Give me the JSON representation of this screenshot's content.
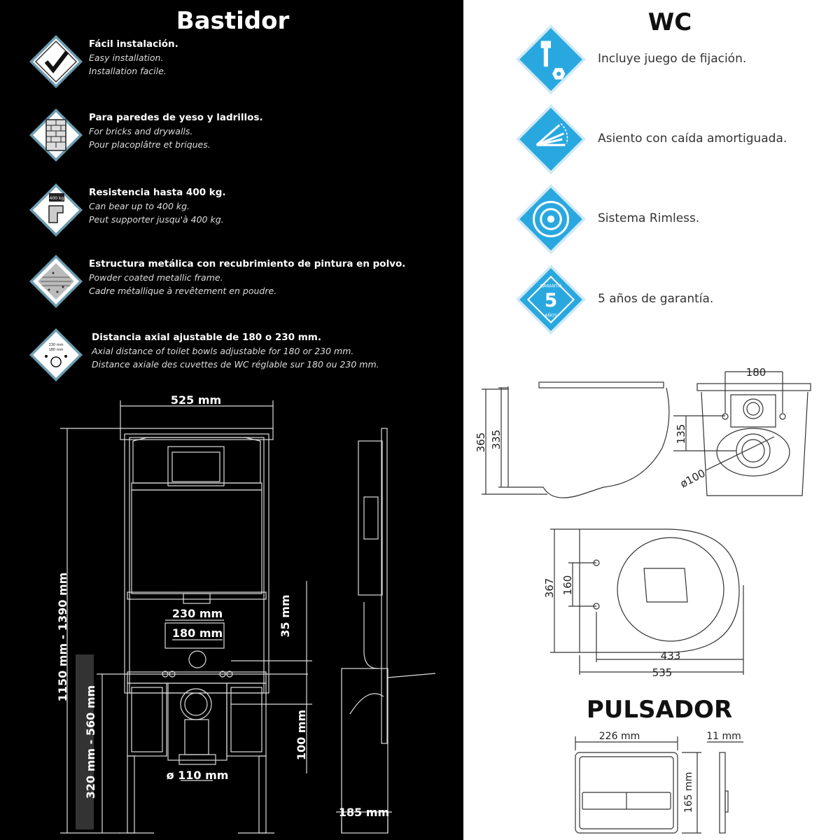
{
  "bastidor": {
    "title": "Bastidor",
    "features": [
      {
        "icon": "checkmark-icon",
        "l1": "Fácil instalación.",
        "l2": "Easy installation.",
        "l3": "Installation facile."
      },
      {
        "icon": "brick-wall-icon",
        "l1": "Para paredes de yeso y ladrillos.",
        "l2": "For bricks and drywalls.",
        "l3": "Pour placoplâtre et briques."
      },
      {
        "icon": "weight-icon",
        "icon_text": "400 kg",
        "l1": "Resistencia hasta 400 kg.",
        "l2": "Can bear up to 400 kg.",
        "l3": "Peut supporter jusqu'à 400 kg."
      },
      {
        "icon": "powder-coating-icon",
        "l1": "Estructura metálica con recubrimiento de pintura en polvo.",
        "l2": "Powder coated metallic frame.",
        "l3": "Cadre métallique à revêtement en poudre."
      },
      {
        "icon": "axial-distance-icon",
        "icon_text": [
          "230 mm",
          "180 mm"
        ],
        "l1": "Distancia axial ajustable de 180 o 230 mm.",
        "l2": "Axial distance of toilet bowls adjustable for 180 or 230 mm.",
        "l3": "Distance axiale des cuvettes de WC réglable sur 180 ou 230 mm."
      }
    ],
    "dims": {
      "width": "525 mm",
      "height": "1150 mm - 1390 mm",
      "outlet_height": "320 mm - 560 mm",
      "axial_230": "230 mm",
      "axial_180": "180 mm",
      "gap": "35 mm",
      "outlet_dia": "ø 110 mm",
      "drop": "100 mm",
      "depth": "185 mm"
    }
  },
  "wc": {
    "title": "WC",
    "features": [
      {
        "icon": "bolt-nut-icon",
        "label": "Incluye juego de fijación."
      },
      {
        "icon": "soft-close-seat-icon",
        "label": "Asiento con caída amortiguada."
      },
      {
        "icon": "rimless-icon",
        "label": "Sistema Rimless."
      },
      {
        "icon": "warranty-badge-icon",
        "badge_top": "GARANTÍA",
        "badge_num": "5",
        "badge_bottom": "AÑOS",
        "label": "5 años de garantía."
      }
    ],
    "dims": {
      "h365": "365",
      "h335": "335",
      "w180": "180",
      "d135": "135",
      "dia100": "ø100",
      "d367": "367",
      "d160": "160",
      "d433": "433",
      "d535": "535"
    }
  },
  "pulsador": {
    "title": "PULSADOR",
    "dims": {
      "width": "226 mm",
      "depth": "11 mm",
      "height": "165 mm"
    }
  },
  "colors": {
    "left_bg": "#000000",
    "icon_blue": "#29a8e0",
    "icon_frame": "#6c9bb0"
  }
}
